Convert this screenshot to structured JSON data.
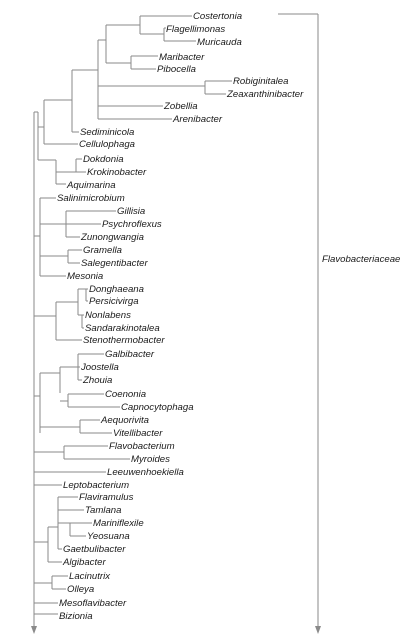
{
  "tree": {
    "taxa": [
      "Costertonia",
      "Flagellimonas",
      "Muricauda",
      "Maribacter",
      "Pibocella",
      "Robiginitalea",
      "Zeaxanthinibacter",
      "Zobellia",
      "Arenibacter",
      "Sediminicola",
      "Cellulophaga",
      "Dokdonia",
      "Krokinobacter",
      "Aquimarina",
      "Salinimicrobium",
      "Gillisia",
      "Psychroflexus",
      "Zunongwangia",
      "Gramella",
      "Salegentibacter",
      "Mesonia",
      "Donghaeana",
      "Persicivirga",
      "Nonlabens",
      "Sandarakinotalea",
      "Stenothermobacter",
      "Galbibacter",
      "Joostella",
      "Zhouia",
      "Coenonia",
      "Capnocytophaga",
      "Aequorivita",
      "Vitellibacter",
      "Flavobacterium",
      "Myroides",
      "Leeuwenhoekiella",
      "Leptobacterium",
      "Flaviramulus",
      "Tamlana",
      "Mariniflexile",
      "Yeosuana",
      "Gaetbulibacter",
      "Algibacter",
      "Lacinutrix",
      "Olleya",
      "Mesoflavibacter",
      "Bizionia"
    ],
    "family_label": "Flavobacteriaceae"
  }
}
